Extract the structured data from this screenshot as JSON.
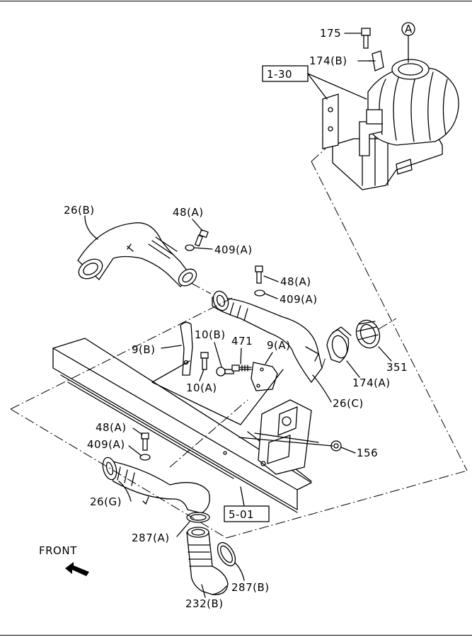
{
  "labels": {
    "p175": "175",
    "p174b": "174(B)",
    "circleA": "A",
    "ref130": "1-30",
    "p26b": "26(B)",
    "p48a_1": "48(A)",
    "p409a_1": "409(A)",
    "p48a_2": "48(A)",
    "p409a_2": "409(A)",
    "p10b": "10(B)",
    "p471": "471",
    "p9a": "9(A)",
    "p9b": "9(B)",
    "p10a": "10(A)",
    "p174a": "174(A)",
    "p351": "351",
    "p26c": "26(C)",
    "p156": "156",
    "p48a_3": "48(A)",
    "p409a_3": "409(A)",
    "p26g": "26(G)",
    "ref501": "5-01",
    "p287a": "287(A)",
    "p287b": "287(B)",
    "p232b": "232(B)",
    "front": "FRONT"
  }
}
